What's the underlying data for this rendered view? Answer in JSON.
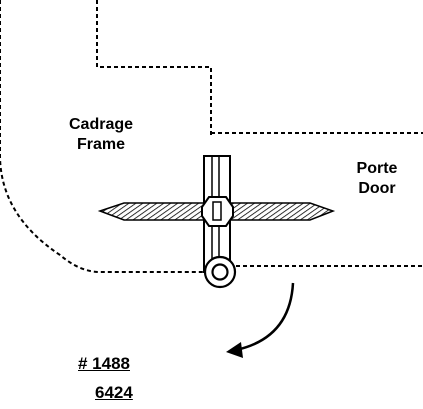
{
  "labels": {
    "frame_fr": "Cadrage",
    "frame_en": "Frame",
    "door_fr": "Porte",
    "door_en": "Door"
  },
  "part_numbers": {
    "primary": "# 1488",
    "secondary": "6424"
  },
  "colors": {
    "line": "#000000",
    "background": "#ffffff"
  },
  "icons": {
    "screw": "screw-icon",
    "hinge": "hinge-icon",
    "swing_arrow": "curved-arrow-icon"
  }
}
